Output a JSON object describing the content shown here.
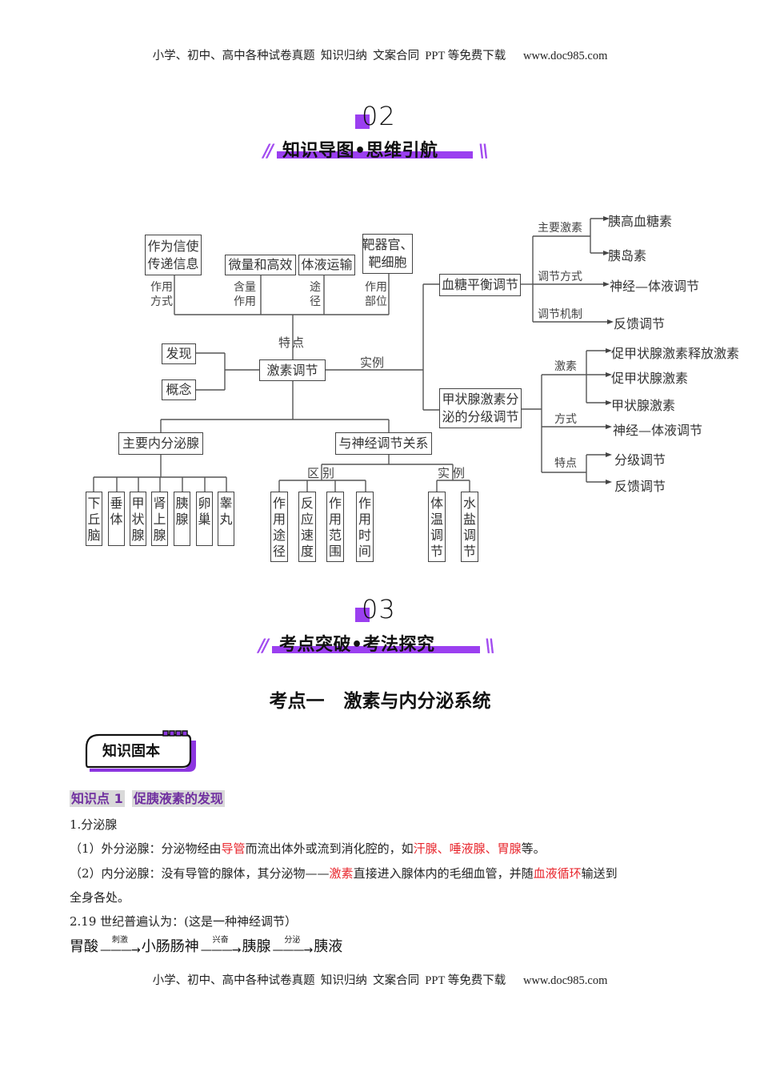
{
  "header": {
    "text": "小学、初中、高中各种试卷真题  知识归纳  文案合同  PPT 等免费下载      www.doc985.com"
  },
  "footer": {
    "text": "小学、初中、高中各种试卷真题  知识归纳  文案合同  PPT 等免费下载      www.doc985.com"
  },
  "section02": {
    "number": "02",
    "title": "知识导图•思维引航"
  },
  "mindmap": {
    "top_boxes": [
      "作为信使\n传递信息",
      "微量和高效",
      "体液运输",
      "靶器官、\n靶细胞"
    ],
    "top_labels": [
      "作用\n方式",
      "含量\n作用",
      "途\n径",
      "作用\n部位"
    ],
    "feature_label": "特点",
    "left_boxes": [
      "发现",
      "概念"
    ],
    "center": "激素调节",
    "example_label": "实例",
    "blood_sugar": {
      "box": "血糖平衡调节",
      "labels": [
        "主要激素",
        "调节方式",
        "调节机制"
      ],
      "leaves": [
        "胰高血糖素",
        "胰岛素",
        "神经—体液调节",
        "反馈调节"
      ]
    },
    "thyroid": {
      "box": "甲状腺激素分\n泌的分级调节",
      "labels": [
        "激素",
        "方式",
        "特点"
      ],
      "leaves": [
        "促甲状腺激素释放激素",
        "促甲状腺激素",
        "甲状腺激素",
        "神经—体液调节",
        "分级调节",
        "反馈调节"
      ]
    },
    "glands": {
      "box": "主要内分泌腺",
      "items": [
        "下丘脑",
        "垂体",
        "甲状腺",
        "肾上腺",
        "胰腺",
        "卵巢",
        "睾丸"
      ]
    },
    "nerve_relation": {
      "box": "与神经调节关系",
      "diff_label": "区别",
      "example_label": "实例",
      "diffs": [
        "作用途径",
        "反应速度",
        "作用范围",
        "作用时间"
      ],
      "examples": [
        "体温调节",
        "水盐调节"
      ]
    }
  },
  "section03": {
    "number": "03",
    "title": "考点突破•考法探究"
  },
  "kaodian": {
    "title": "考点一   激素与内分泌系统"
  },
  "badge": {
    "label": "知识固本"
  },
  "knowledge_point": {
    "label": "知识点 1",
    "title": "促胰液素的发现"
  },
  "content": {
    "p1": "1.分泌腺",
    "p2": {
      "a": "（1）外分泌腺：分泌物经由",
      "b": "导管",
      "c": "而流出体外或流到消化腔的，如",
      "d": "汗腺、唾液腺、胃腺",
      "e": "等。"
    },
    "p3": {
      "a": "（2）内分泌腺：没有导管的腺体，其分泌物——",
      "b": "激素",
      "c": "直接进入腺体内的毛细血管，并随",
      "d": "血液循环",
      "e": "输送到"
    },
    "p4": "全身各处。",
    "p5": "2.19 世纪普遍认为：(这是一种神经调节）",
    "flow": {
      "nodes": [
        "胃酸",
        "小肠肠神",
        "胰腺",
        "胰液"
      ],
      "arrows": [
        "刺激",
        "兴奋",
        "分泌"
      ]
    }
  },
  "colors": {
    "accent": "#9b3ff0",
    "highlight_red": "#e8262d",
    "kp_purple": "#7030a0"
  }
}
